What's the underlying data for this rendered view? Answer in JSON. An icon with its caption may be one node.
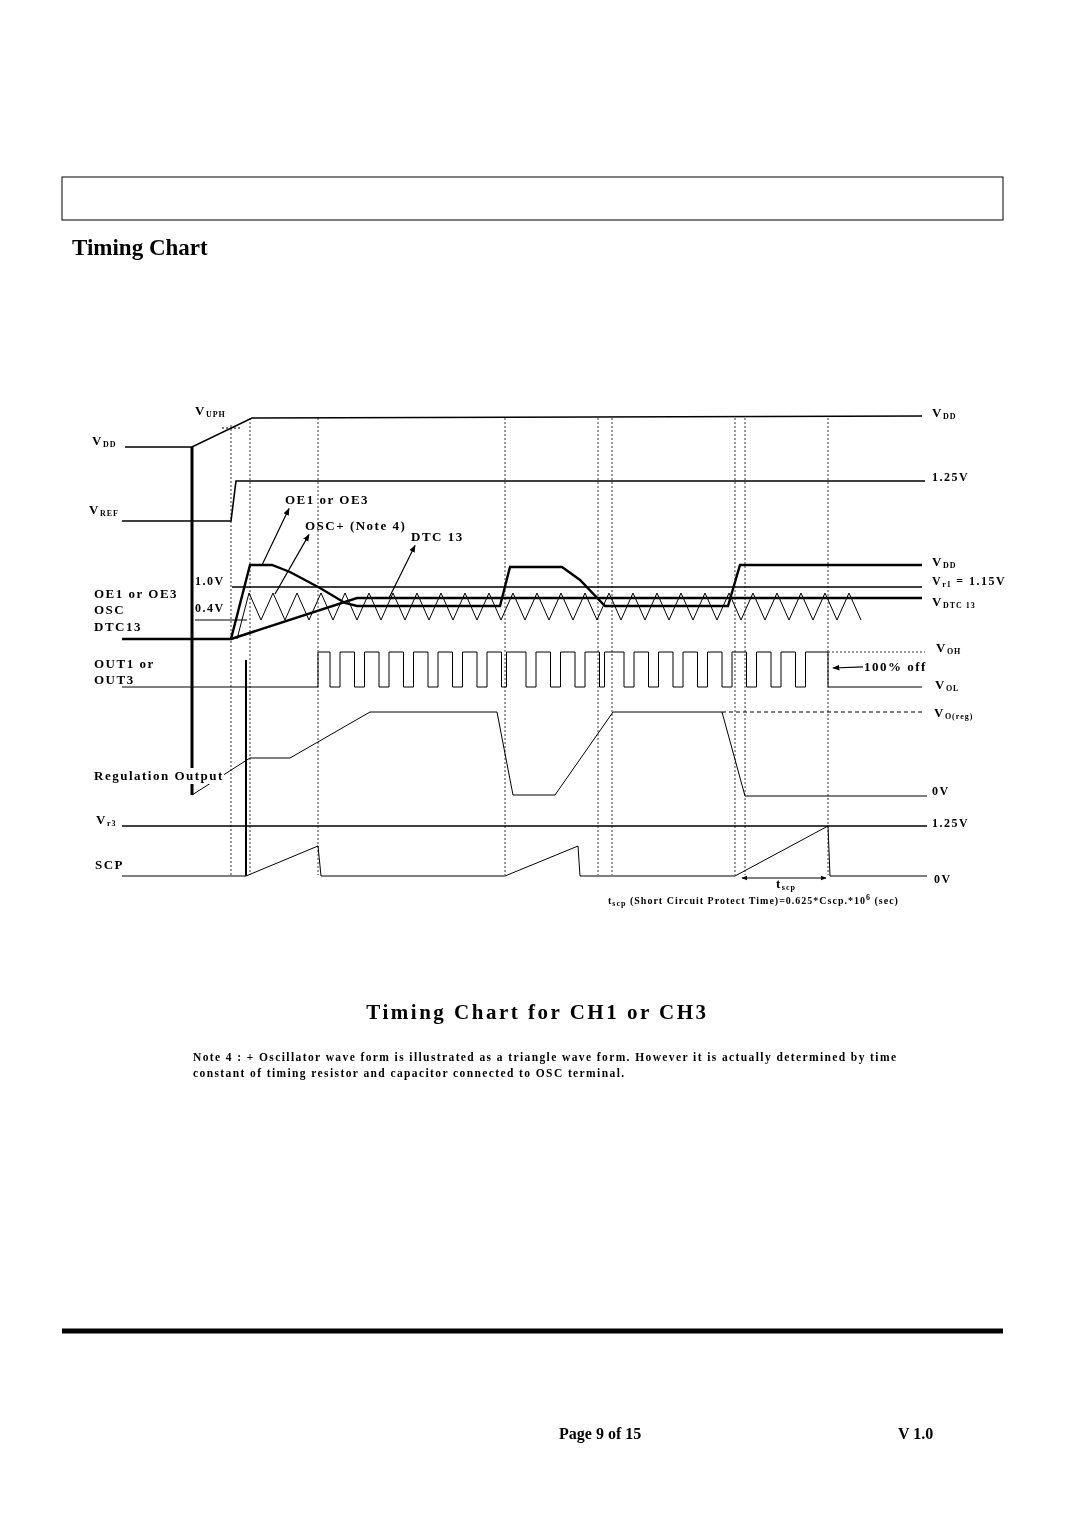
{
  "diagram": {
    "title": "Timing Chart",
    "caption": "Timing Chart for CH1 or CH3",
    "nodes": [
      {
        "text": [
          "OE1 or OE3"
        ]
      },
      {
        "text": [
          "OSC+ (Note 4)"
        ]
      },
      {
        "text": [
          "DTC 13"
        ]
      },
      {
        "text": [
          "100% off"
        ]
      }
    ],
    "edges": [
      {
        "from": null,
        "to": 0,
        "arrow": "to"
      },
      {
        "from": null,
        "to": 1,
        "arrow": "to"
      },
      {
        "from": null,
        "to": 2,
        "arrow": "to"
      },
      {
        "from": 3,
        "to": null,
        "arrow": "to"
      }
    ],
    "labels": [
      "V$_{UPH}$",
      "V$_{DD}$",
      "V$_{DD}$",
      "1.25V",
      "V$_{REF}$",
      "V$_{DD}$",
      "1.0V",
      "V$_{r1}$ = 1.15V",
      "OE1 or OE3",
      "0.4V",
      "V$_{DTC 13}$",
      "OSC",
      "DTC13",
      "V$_{OH}$",
      "OUT1 or OUT3",
      "V$_{OL}$",
      "V$_{O(reg)}$",
      "Regulation Output",
      "0V",
      "V$_{r3}$",
      "1.25V",
      "SCP",
      "t$_{scp}$",
      "0V",
      "t$_{scp}$ (Short Circuit Protect Time)=0.625*Cscp.*10$^{6}$ (sec)",
      "Note 4 : + Oscillator wave form is illustrated as a triangle wave form. However it is actually determined by time constant of timing resistor and capacitor connected to OSC terminal.",
      "Page 9 of 15",
      "V 1.0"
    ]
  }
}
